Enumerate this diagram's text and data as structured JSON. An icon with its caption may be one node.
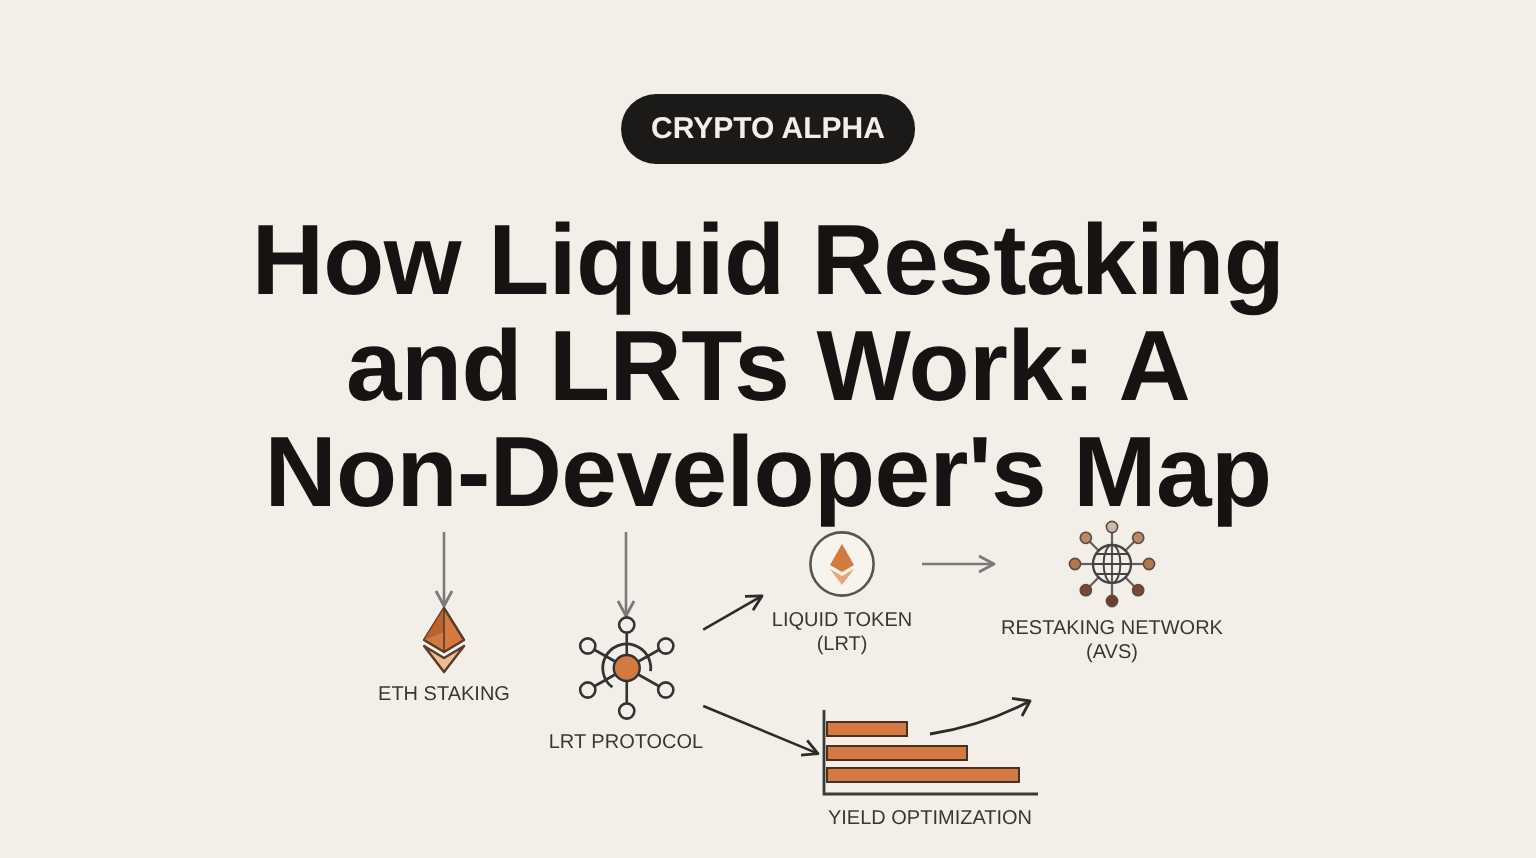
{
  "diagram": {
    "title": "How Liquid Restaking and LRTs Work: A Non-Developer's Map",
    "nodes": [
      {
        "text": [
          "CRYPTO ALPHA"
        ]
      },
      {
        "text": [
          "ETH STAKING"
        ]
      },
      {
        "text": [
          "LRT PROTOCOL"
        ]
      },
      {
        "text": [
          "LIQUID TOKEN (LRT)"
        ]
      },
      {
        "text": [
          "RESTAKING NETWORK (AVS)"
        ]
      },
      {
        "text": [
          "YIELD OPTIMIZATION"
        ]
      }
    ],
    "edges": [
      {
        "from": null,
        "to": 1,
        "arrow": "to"
      },
      {
        "from": null,
        "to": 2,
        "arrow": "to"
      },
      {
        "from": 2,
        "to": 3,
        "arrow": "to",
        "color": "#2b2b2b"
      },
      {
        "from": 2,
        "to": 5,
        "arrow": "to",
        "color": "#2b2b2b"
      },
      {
        "from": 3,
        "to": 4,
        "arrow": "to"
      }
    ]
  }
}
